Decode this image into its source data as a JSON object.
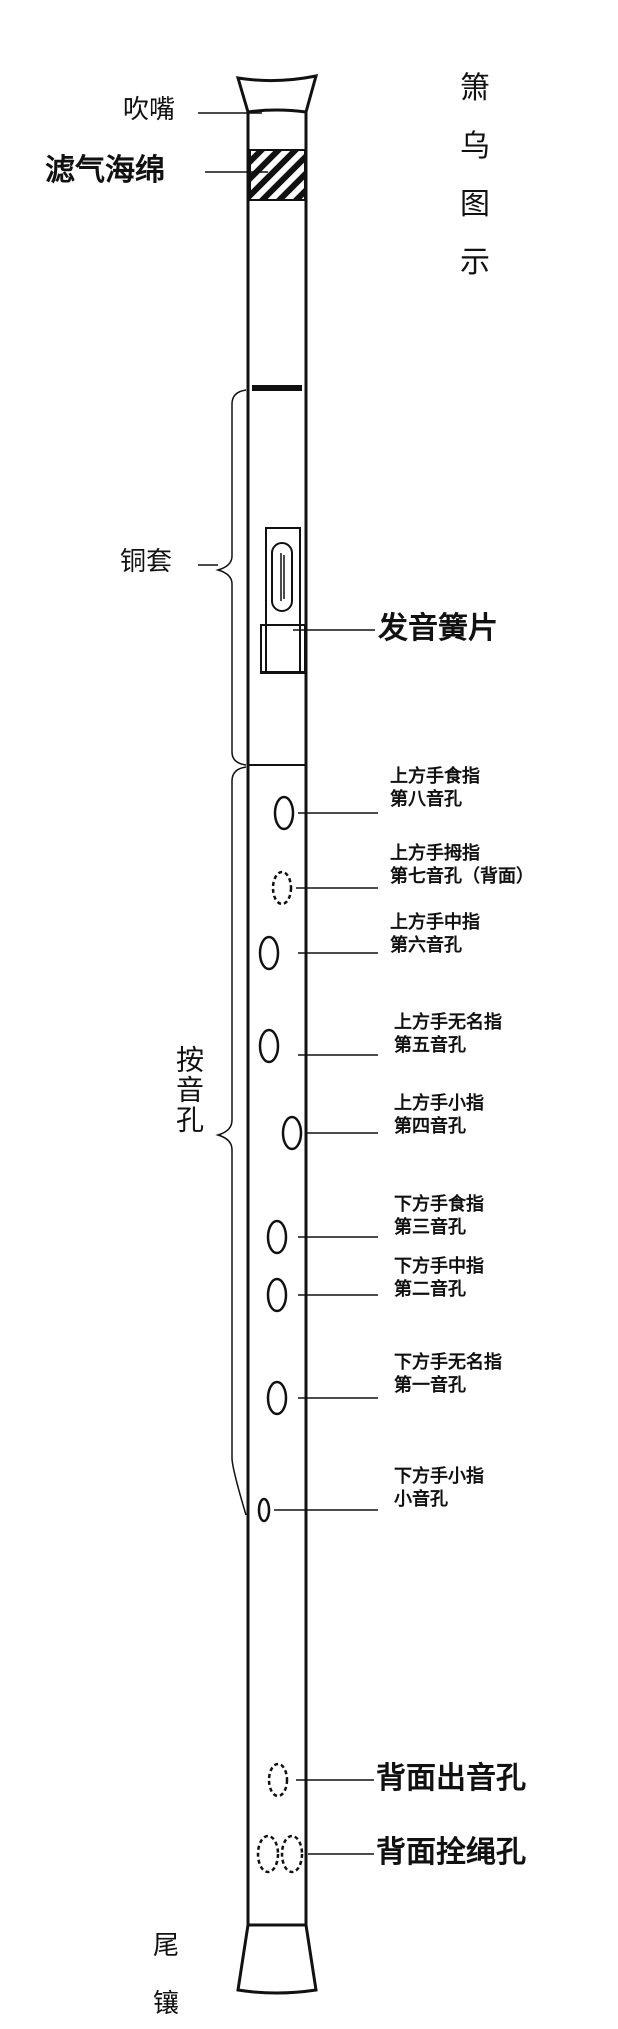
{
  "title": [
    "箫",
    "乌",
    "图",
    "示"
  ],
  "labels": {
    "mouthpiece": "吹嘴",
    "filter_sponge": "滤气海绵",
    "copper_sleeve": "铜套",
    "reed": "发音簧片",
    "tone_holes": "按音孔",
    "back_sound_hole": "背面出音孔",
    "back_rope_hole": "背面拴绳孔",
    "tail_cap_1": "尾",
    "tail_cap_2": "镶"
  },
  "holes": [
    {
      "line1": "上方手食指",
      "line2": "第八音孔"
    },
    {
      "line1": "上方手拇指",
      "line2": "第七音孔（背面）"
    },
    {
      "line1": "上方手中指",
      "line2": "第六音孔"
    },
    {
      "line1": "上方手无名指",
      "line2": "第五音孔"
    },
    {
      "line1": "上方手小指",
      "line2": "第四音孔"
    },
    {
      "line1": "下方手食指",
      "line2": "第三音孔"
    },
    {
      "line1": "下方手中指",
      "line2": "第二音孔"
    },
    {
      "line1": "下方手无名指",
      "line2": "第一音孔"
    },
    {
      "line1": "下方手小指",
      "line2": "小音孔"
    }
  ],
  "colors": {
    "ink": "#111111",
    "paper": "#ffffff"
  }
}
